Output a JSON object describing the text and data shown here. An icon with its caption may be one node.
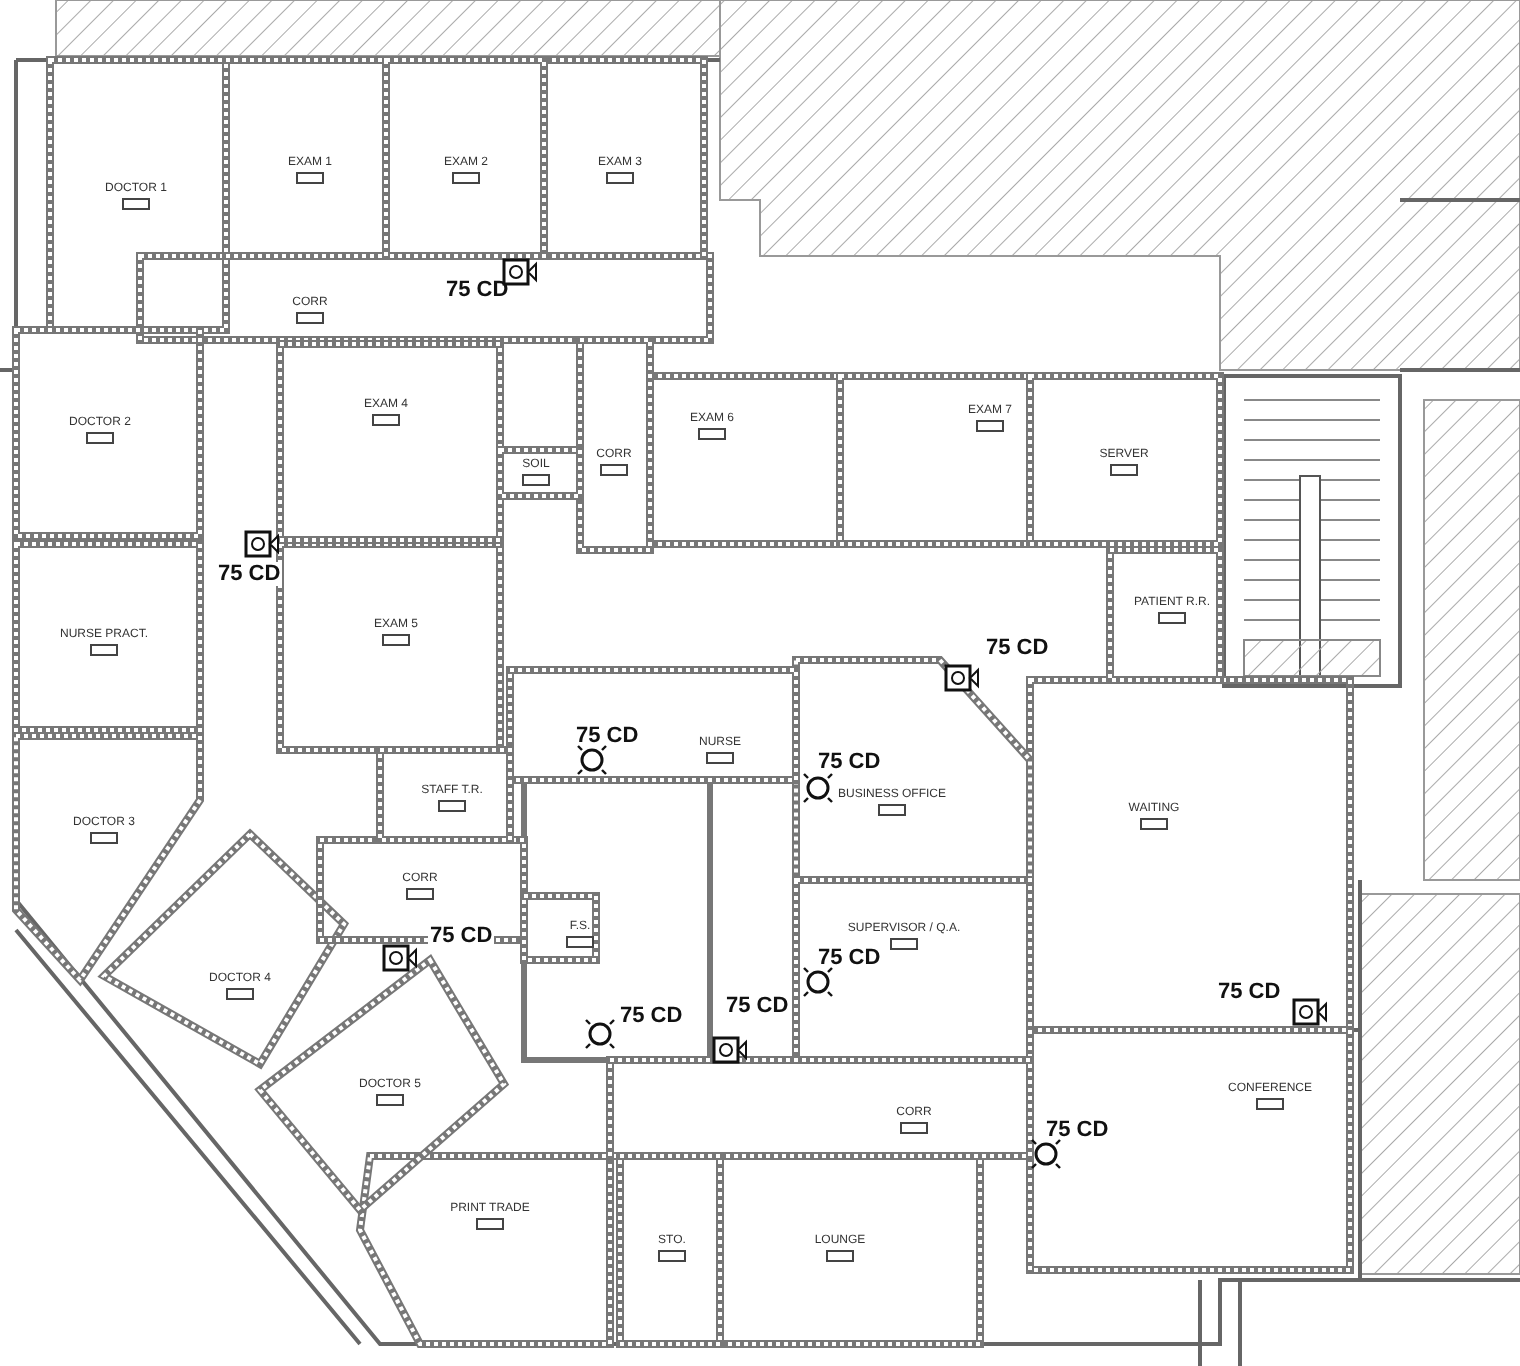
{
  "diagram": {
    "nodes": [
      {
        "text": [
          "DOCTOR 1"
        ]
      },
      {
        "text": [
          "EXAM 1"
        ]
      },
      {
        "text": [
          "EXAM 2"
        ]
      },
      {
        "text": [
          "EXAM 3"
        ]
      },
      {
        "text": [
          "CORR"
        ]
      },
      {
        "text": [
          "DOCTOR 2"
        ]
      },
      {
        "text": [
          "EXAM 4"
        ]
      },
      {
        "text": [
          "SOIL"
        ]
      },
      {
        "text": [
          "CORR"
        ]
      },
      {
        "text": [
          "EXAM 6"
        ]
      },
      {
        "text": [
          "EXAM 7"
        ]
      },
      {
        "text": [
          "SERVER"
        ]
      },
      {
        "text": [
          "PATIENT R.R."
        ]
      },
      {
        "text": [
          "NURSE PRACT."
        ]
      },
      {
        "text": [
          "EXAM 5"
        ]
      },
      {
        "text": [
          "NURSE"
        ]
      },
      {
        "text": [
          "BUSINESS OFFICE"
        ]
      },
      {
        "text": [
          "STAFF T.R."
        ]
      },
      {
        "text": [
          "CORR"
        ]
      },
      {
        "text": [
          "DOCTOR 3"
        ]
      },
      {
        "text": [
          "DOCTOR 4"
        ]
      },
      {
        "text": [
          "DOCTOR 5"
        ]
      },
      {
        "text": [
          "F.S."
        ]
      },
      {
        "text": [
          "SUPERVISOR / Q.A."
        ]
      },
      {
        "text": [
          "WAITING"
        ]
      },
      {
        "text": [
          "CONFERENCE"
        ]
      },
      {
        "text": [
          "CORR"
        ]
      },
      {
        "text": [
          "PRINT TRADE"
        ]
      },
      {
        "text": [
          "STO."
        ]
      },
      {
        "text": [
          "LOUNGE"
        ]
      }
    ],
    "labels": [
      "75 CD",
      "75 CD",
      "75 CD",
      "75 CD",
      "75 CD",
      "75 CD",
      "75 CD",
      "75 CD",
      "75 CD",
      "75 CD",
      "75 CD"
    ]
  }
}
